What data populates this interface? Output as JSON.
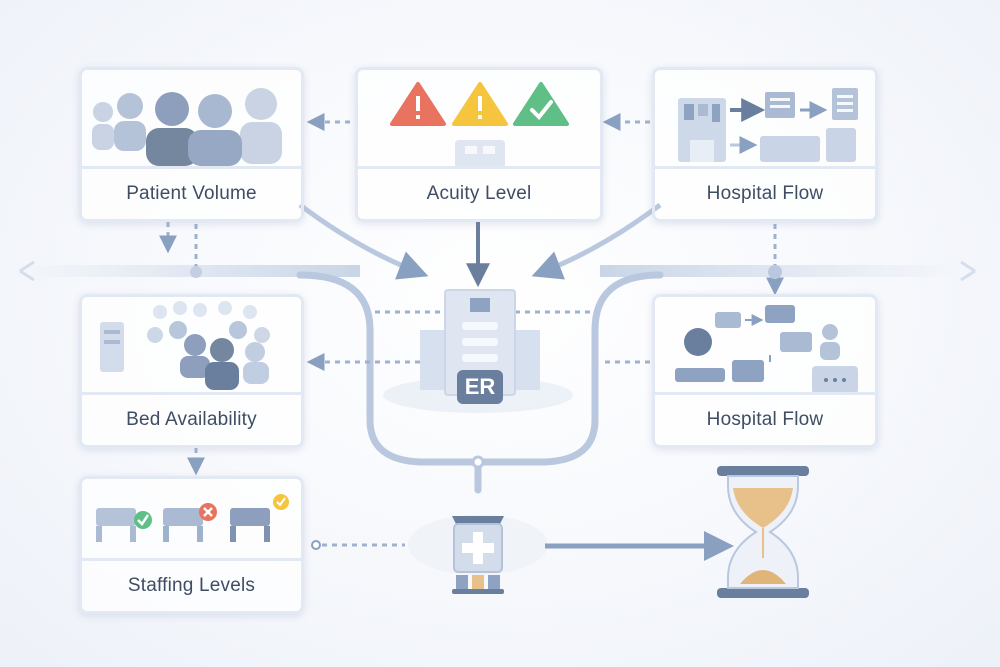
{
  "nodes": {
    "patient_volume": {
      "label": "Patient Volume",
      "icon": "people-group-icon"
    },
    "acuity_level": {
      "label": "Acuity Level",
      "icon": "warning-triangles-icon"
    },
    "hospital_flow_top": {
      "label": "Hospital Flow",
      "icon": "process-flow-icon"
    },
    "bed_availability": {
      "label": "Bed Availability",
      "icon": "crowd-waiting-icon"
    },
    "hospital_flow_mid": {
      "label": "Hospital Flow",
      "icon": "workflow-icon"
    },
    "staffing_levels": {
      "label": "Staffing Levels",
      "icon": "hospital-beds-icon"
    }
  },
  "center": {
    "label": "ER",
    "icon": "hospital-building-icon"
  },
  "outputs": {
    "medical_kit": "medical-kit-icon",
    "wait_time": "hourglass-icon"
  },
  "colors": {
    "accent": "#8aa0c0",
    "dark": "#6a7f9d",
    "warning_red": "#e8745f",
    "warning_yellow": "#f5c53e",
    "ok_green": "#5fbf86",
    "sand": "#e8c08a"
  }
}
